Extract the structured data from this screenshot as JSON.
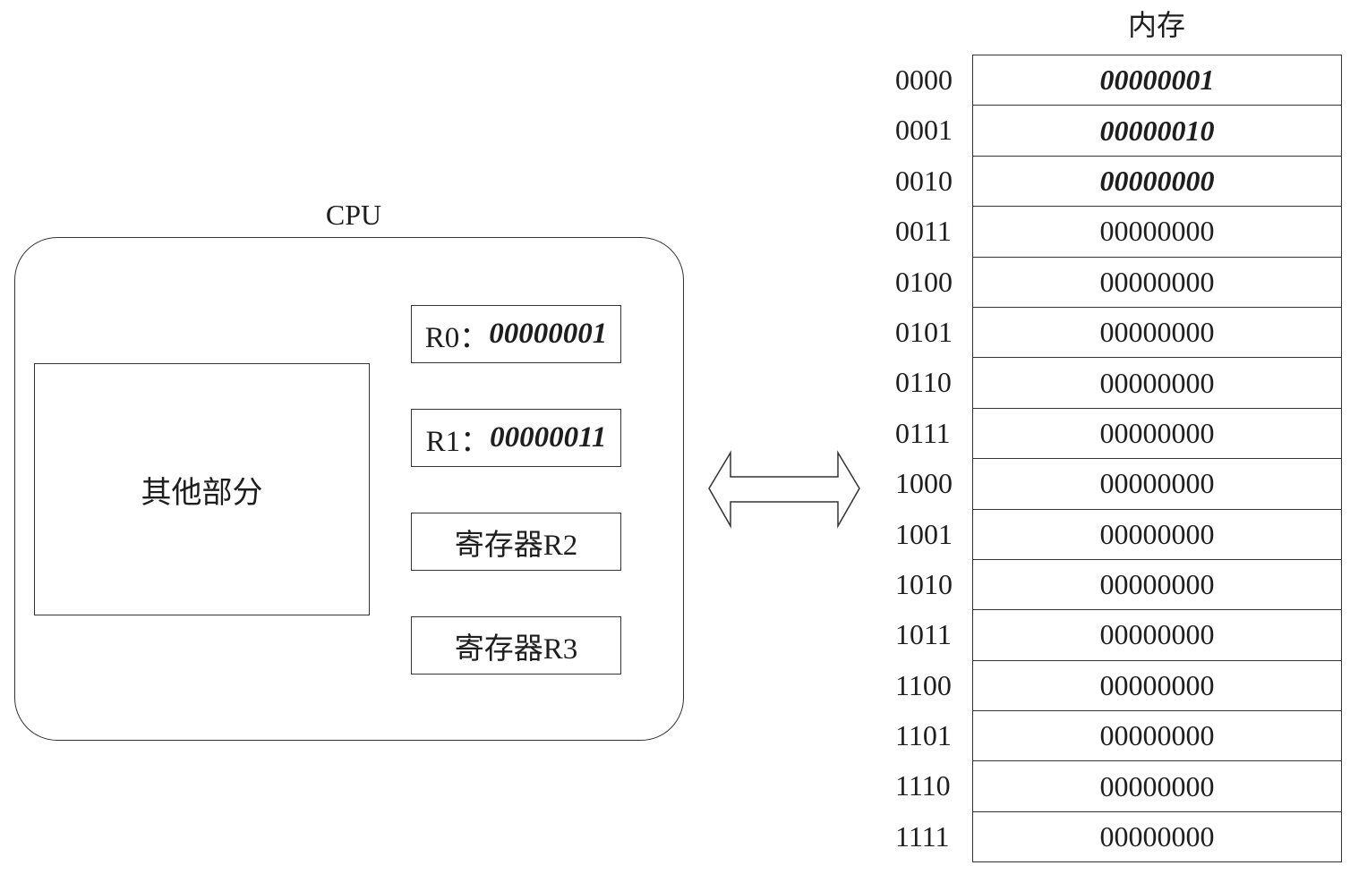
{
  "cpu": {
    "title": "CPU",
    "other_parts_label": "其他部分",
    "registers": [
      {
        "name": "R0：",
        "value": "00000001",
        "highlighted": true
      },
      {
        "name": "R1：",
        "value": "00000011",
        "highlighted": true
      },
      {
        "name": "寄存器R2",
        "value": "",
        "highlighted": false
      },
      {
        "name": "寄存器R3",
        "value": "",
        "highlighted": false
      }
    ]
  },
  "connector": {
    "icon": "double-headed-arrow-icon"
  },
  "memory": {
    "title": "内存",
    "rows": [
      {
        "address": "0000",
        "value": "00000001",
        "highlighted": true
      },
      {
        "address": "0001",
        "value": "00000010",
        "highlighted": true
      },
      {
        "address": "0010",
        "value": "00000000",
        "highlighted": true
      },
      {
        "address": "0011",
        "value": "00000000",
        "highlighted": false
      },
      {
        "address": "0100",
        "value": "00000000",
        "highlighted": false
      },
      {
        "address": "0101",
        "value": "00000000",
        "highlighted": false
      },
      {
        "address": "0110",
        "value": "00000000",
        "highlighted": false
      },
      {
        "address": "0111",
        "value": "00000000",
        "highlighted": false
      },
      {
        "address": "1000",
        "value": "00000000",
        "highlighted": false
      },
      {
        "address": "1001",
        "value": "00000000",
        "highlighted": false
      },
      {
        "address": "1010",
        "value": "00000000",
        "highlighted": false
      },
      {
        "address": "1011",
        "value": "00000000",
        "highlighted": false
      },
      {
        "address": "1100",
        "value": "00000000",
        "highlighted": false
      },
      {
        "address": "1101",
        "value": "00000000",
        "highlighted": false
      },
      {
        "address": "1110",
        "value": "00000000",
        "highlighted": false
      },
      {
        "address": "1111",
        "value": "00000000",
        "highlighted": false
      }
    ]
  }
}
